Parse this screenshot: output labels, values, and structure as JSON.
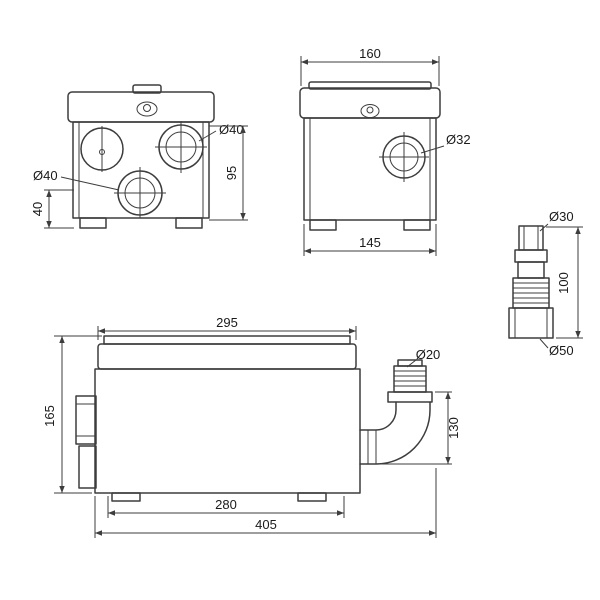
{
  "drawing": {
    "background": "#ffffff",
    "line_color": "#3d3d3d",
    "front_view": {
      "dim_port_top": "Ø40",
      "dim_port_bottom": "Ø40",
      "dim_height_ports": "95",
      "dim_height_port_bottom": "40"
    },
    "side_view": {
      "dim_width_top": "160",
      "dim_port": "Ø32",
      "dim_width_base": "145"
    },
    "fitting_view": {
      "dim_top": "Ø30",
      "dim_height": "100",
      "dim_bottom": "Ø50"
    },
    "profile_view": {
      "dim_lid_length": "295",
      "dim_outlet": "Ø20",
      "dim_height": "165",
      "dim_outlet_height": "130",
      "dim_base_length": "280",
      "dim_total_length": "405"
    }
  }
}
